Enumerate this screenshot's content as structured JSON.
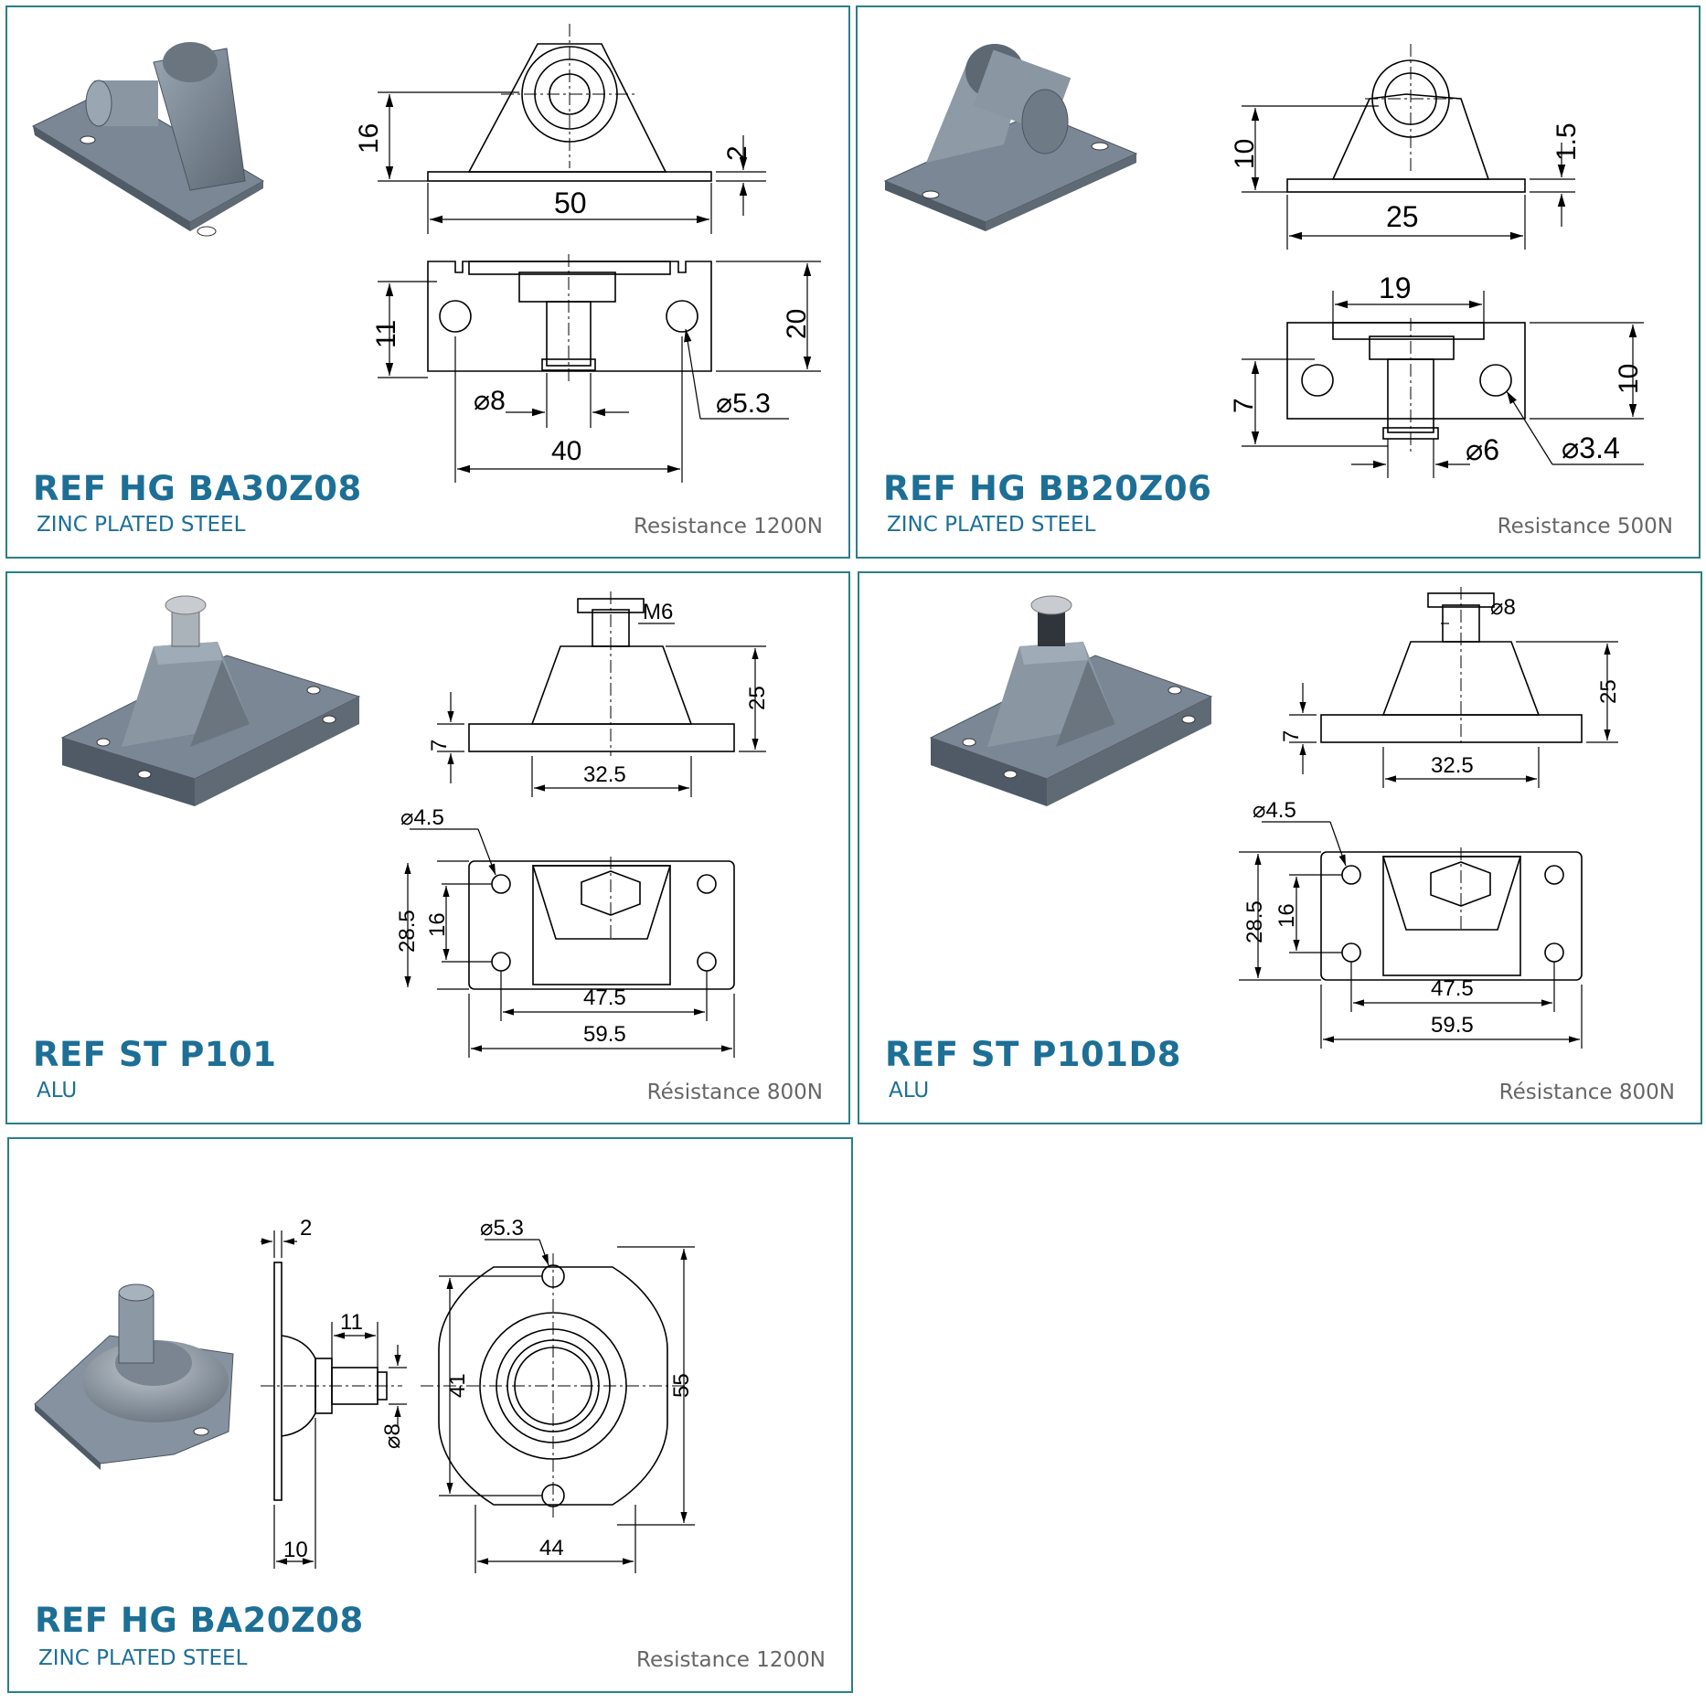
{
  "colors": {
    "border": "#2a7f86",
    "ref_text": "#1d6f96",
    "resistance_text": "#666666",
    "part_fill": "#7b8794",
    "part_dark": "#4f5a66"
  },
  "cards": [
    {
      "ref": "REF HG BA30Z08",
      "material": "ZINC PLATED STEEL",
      "resistance": "Resistance 1200N",
      "dims": {
        "height": "16",
        "thickness": "2",
        "width": "50",
        "hole_v": "11",
        "depth": "20",
        "pin": "8",
        "hole": "5.3",
        "spacing": "40"
      }
    },
    {
      "ref": "REF HG BB20Z06",
      "material": "ZINC PLATED STEEL",
      "resistance": "Resistance 500N",
      "dims": {
        "height": "10",
        "thickness": "1.5",
        "width": "25",
        "inner": "19",
        "hole_v": "7",
        "depth": "10",
        "pin": "6",
        "hole": "3.4"
      }
    },
    {
      "ref": "REF ST P101",
      "material": "ALU",
      "resistance": "Résistance 800N",
      "dims": {
        "thread": "M6",
        "height": "25",
        "base": "7",
        "top_w": "32.5",
        "hole": "4.5",
        "depth": "28.5",
        "hole_v": "16",
        "spacing": "47.5",
        "width": "59.5"
      }
    },
    {
      "ref": "REF ST P101D8",
      "material": "ALU",
      "resistance": "Résistance 800N",
      "dims": {
        "pin": "8",
        "height": "25",
        "base": "7",
        "top_w": "32.5",
        "hole": "4.5",
        "depth": "28.5",
        "hole_v": "16",
        "spacing": "47.5",
        "width": "59.5"
      }
    },
    {
      "ref": "REF HG BA20Z08",
      "material": "ZINC PLATED STEEL",
      "resistance": "Resistance 1200N",
      "dims": {
        "thickness": "2",
        "pin_len": "11",
        "pin": "8",
        "depth": "10",
        "hole": "5.3",
        "height_inner": "41",
        "height": "55",
        "width": "44"
      }
    }
  ]
}
